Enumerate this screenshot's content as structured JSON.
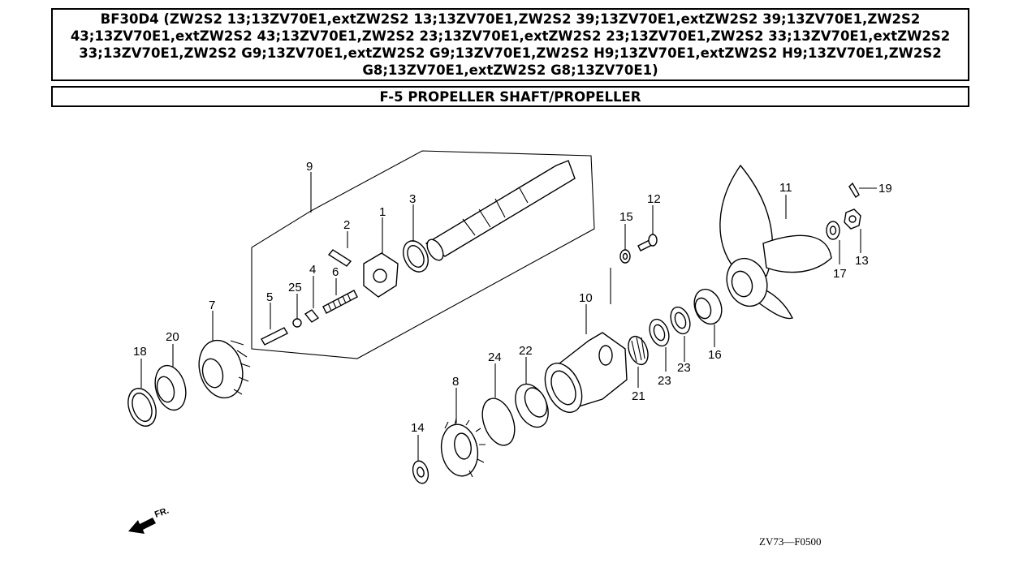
{
  "header": {
    "title": "BF30D4 (ZW2S2 13;13ZV70E1,extZW2S2 13;13ZV70E1,ZW2S2 39;13ZV70E1,extZW2S2 39;13ZV70E1,ZW2S2 43;13ZV70E1,extZW2S2 43;13ZV70E1,ZW2S2 23;13ZV70E1,extZW2S2 23;13ZV70E1,ZW2S2 33;13ZV70E1,extZW2S2 33;13ZV70E1,ZW2S2 G9;13ZV70E1,extZW2S2 G9;13ZV70E1,ZW2S2 H9;13ZV70E1,extZW2S2 H9;13ZV70E1,ZW2S2 G8;13ZV70E1,extZW2S2 G8;13ZV70E1)",
    "section": "F-5 PROPELLER SHAFT/PROPELLER"
  },
  "diagram": {
    "callouts": {
      "c1": "1",
      "c2": "2",
      "c3": "3",
      "c4": "4",
      "c5": "5",
      "c6": "6",
      "c7": "7",
      "c8": "8",
      "c9": "9",
      "c10": "10",
      "c11": "11",
      "c12": "12",
      "c13": "13",
      "c14": "14",
      "c15": "15",
      "c16": "16",
      "c17": "17",
      "c18": "18",
      "c19": "19",
      "c20": "20",
      "c21": "21",
      "c22": "22",
      "c23a": "23",
      "c23b": "23",
      "c24": "24",
      "c25": "25"
    },
    "direction_label": "FR.",
    "drawing_code": "ZV73—F0500"
  }
}
